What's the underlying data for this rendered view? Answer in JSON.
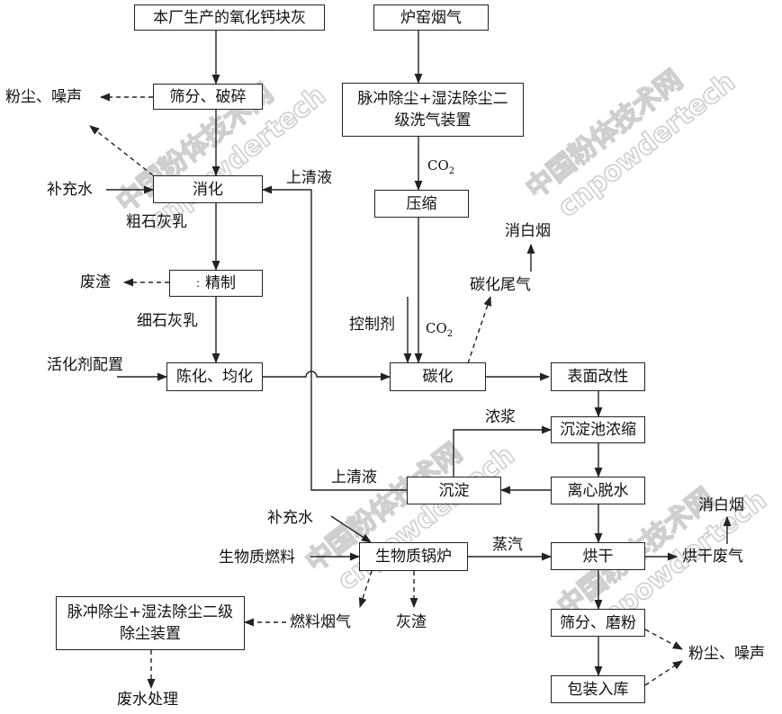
{
  "boxes": {
    "quicklime": "本厂生产的氧化钙块灰",
    "screen_crush": "筛分、破碎",
    "slaking": "消化",
    "refine": "精制",
    "aging": "陈化、均化",
    "kiln_gas": "炉窑烟气",
    "scrubber": "脉冲除尘+湿法除尘二级洗气装置",
    "compress": "压缩",
    "carbonation": "碳化",
    "surface_mod": "表面改性",
    "thickening": "沉淀池浓缩",
    "centrifuge": "离心脱水",
    "settling": "沉淀",
    "drying": "烘干",
    "screen_mill": "筛分、磨粉",
    "packing": "包装入库",
    "boiler": "生物质锅炉",
    "dust_unit": "脉冲除尘+湿法除尘二级除尘装置"
  },
  "labels": {
    "dust_noise_top": "粉尘、噪声",
    "make_up_water": "补充水",
    "crude_milk": "粗石灰乳",
    "waste_residue": "废渣",
    "fine_milk": "细石灰乳",
    "activator_prep": "活化剂配置",
    "supernatant_top": "上清液",
    "co2_upper": "CO",
    "co2_lower": "CO",
    "co2_sub": "2",
    "controller": "控制剂",
    "de_white_smoke_top": "消白烟",
    "carbonation_tail_gas": "碳化尾气",
    "thick_slurry": "浓浆",
    "supernatant_bottom": "上清液",
    "make_up_water_boiler": "补充水",
    "biomass_fuel": "生物质燃料",
    "steam": "蒸汽",
    "de_white_smoke_right": "消白烟",
    "drying_exhaust": "烘干废气",
    "fuel_flue_gas": "燃料烟气",
    "ash_residue": "灰渣",
    "dust_noise_bottom": "粉尘、噪声",
    "wastewater_treatment": "废水处理"
  },
  "watermark": [
    "中国粉体技术网",
    "cnpowdertech"
  ]
}
